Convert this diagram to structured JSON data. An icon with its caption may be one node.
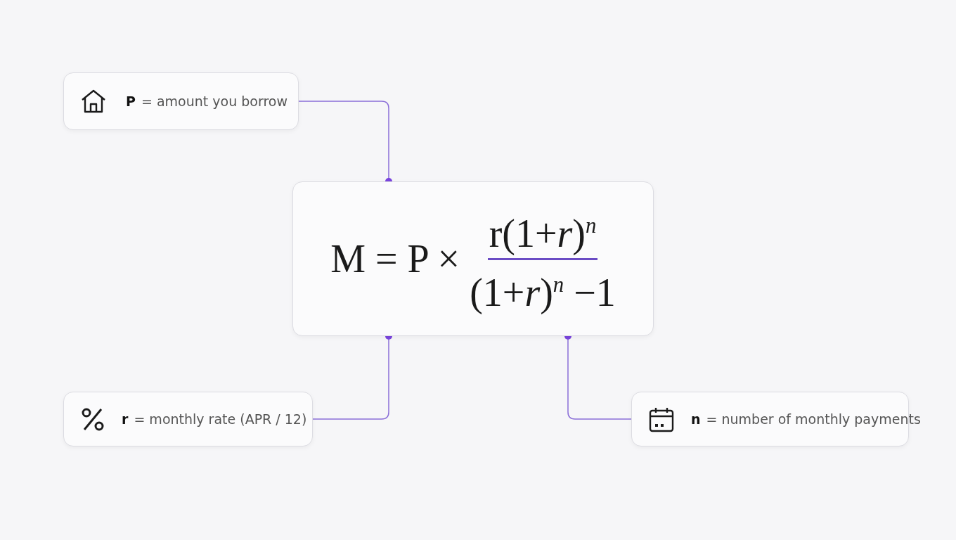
{
  "diagram": {
    "nodes": [
      {
        "text": [
          "**P** = amount you borrow"
        ]
      },
      {
        "text": [
          "M = P ×",
          "r(1+*r*)$^{n}$",
          "(1+*r*)$^{n}$ −1"
        ]
      },
      {
        "text": [
          "**r** = monthly rate (APR / 12)"
        ]
      },
      {
        "text": [
          "**n** = number of monthly payments"
        ]
      }
    ],
    "edges": [
      {
        "from": 0,
        "to": 1,
        "arrow": "other"
      },
      {
        "from": 2,
        "to": 1,
        "arrow": "other"
      },
      {
        "from": 3,
        "to": 1,
        "arrow": "other"
      }
    ]
  }
}
